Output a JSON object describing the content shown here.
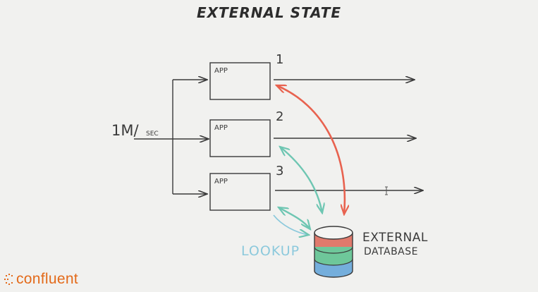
{
  "title": "External state",
  "input_rate": {
    "main": "1M/",
    "unit": "SEC"
  },
  "apps": [
    {
      "number": "1",
      "label": "APP"
    },
    {
      "number": "2",
      "label": "APP"
    },
    {
      "number": "3",
      "label": "APP"
    }
  ],
  "database": {
    "line1": "EXTERNAL",
    "line2": "DATABASE",
    "stripe_colors": [
      "#e07a6c",
      "#6ec79a",
      "#74aedc"
    ]
  },
  "lookup_label": "LOOKUP",
  "colors": {
    "ink": "#3a3a3a",
    "lookup_arrow_red": "#e8624f",
    "lookup_arrow_teal": "#6ec6b2",
    "lookup_text": "#8cc9dc",
    "brand": "#e36a1a"
  },
  "logo_text": "confluent"
}
